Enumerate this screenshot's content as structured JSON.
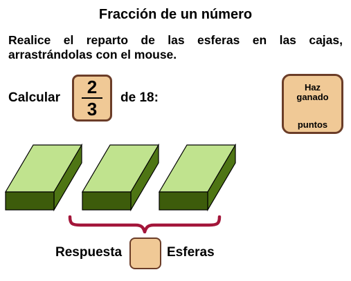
{
  "title": "Fracción de un número",
  "instruction": "Realice el reparto de las esferas en las cajas, arrastrándolas con el mouse.",
  "calculation": {
    "prefix": "Calcular",
    "fraction": {
      "numerator": "2",
      "denominator": "3"
    },
    "suffix": "de 18:"
  },
  "score": {
    "line1": "Haz",
    "line2": "ganado",
    "line3": "puntos"
  },
  "boxes": [
    {
      "name": "box-1"
    },
    {
      "name": "box-2"
    },
    {
      "name": "box-3"
    }
  ],
  "answer": {
    "label": "Respuesta",
    "value": "",
    "unit": "Esferas"
  },
  "colors": {
    "box_top": "#c0e38e",
    "box_front": "#3d5c0b",
    "box_side": "#4e7514",
    "brace": "#a3163a",
    "tile_fill": "#f0c996",
    "tile_border": "#6b3d28"
  }
}
